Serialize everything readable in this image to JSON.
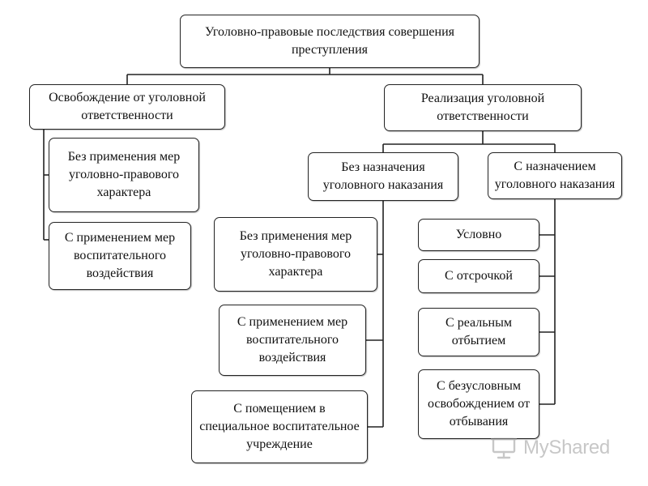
{
  "diagram": {
    "root": "Уголовно-правовые последствия совершения\nпреступления",
    "release": "Освобождение от уголовной\nответственности",
    "realization": "Реализация уголовной\nответственности",
    "release_items": [
      "Без применения мер\nуголовно-правового\nхарактера",
      "С применением мер\nвоспитательного\nвоздействия"
    ],
    "without_punishment": "Без назначения\nуголовного наказания",
    "with_punishment": "С назначением\nуголовного наказания",
    "without_punishment_items": [
      "Без применения мер\nуголовно-правового\nхарактера",
      "С применением мер\nвоспитательного\nвоздействия",
      "С помещением в\nспециальное воспитательное\nучреждение"
    ],
    "with_punishment_items": [
      "Условно",
      "С отсрочкой",
      "С реальным\nотбытием",
      "С безусловным\nосвобождением от\nотбывания"
    ]
  },
  "watermark": {
    "text": "MyShared",
    "icon": "presentation-board-icon"
  },
  "colors": {
    "border": "#222222",
    "line": "#222222",
    "watermark": "#9a9a9a"
  }
}
